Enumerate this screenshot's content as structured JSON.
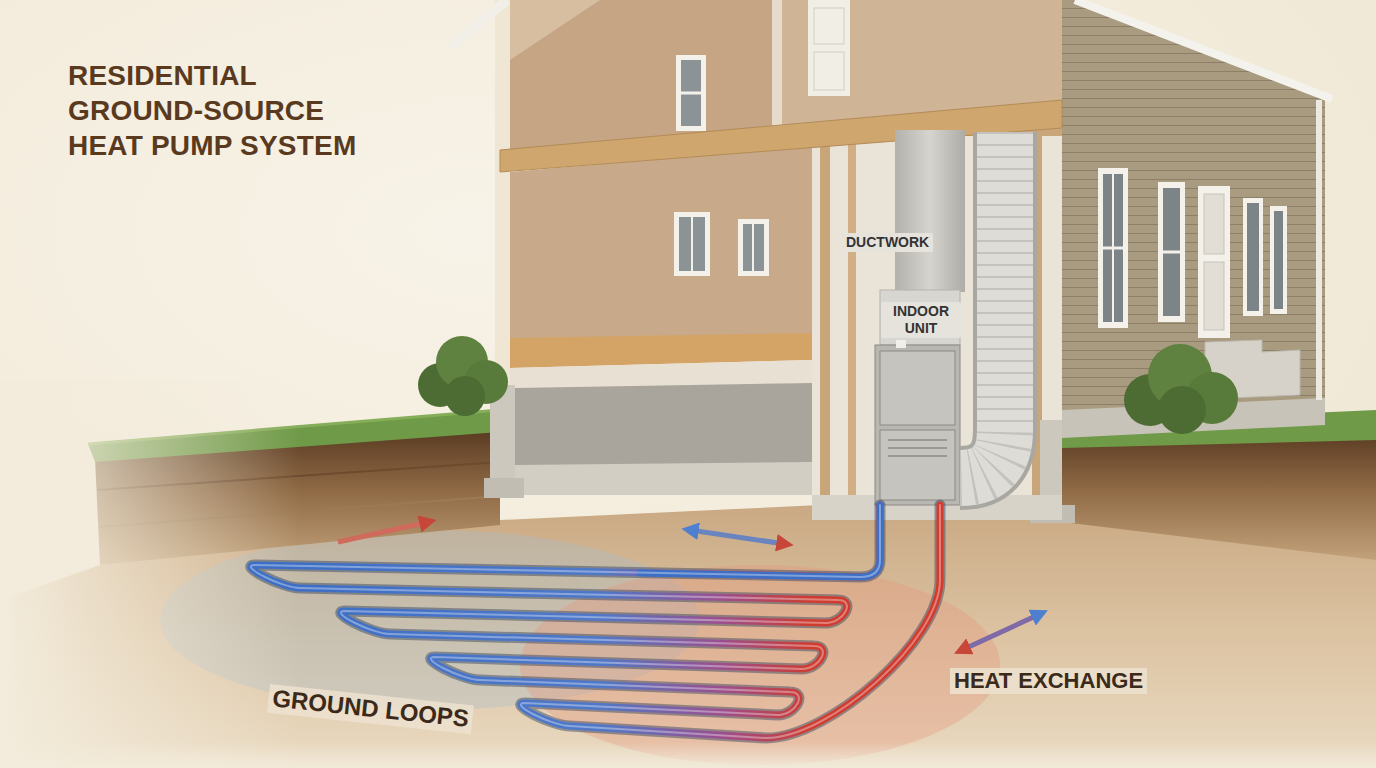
{
  "diagram": {
    "title": "RESIDENTIAL GROUND-SOURCE HEAT PUMP SYSTEM",
    "labels": [
      "DUCTWORK",
      "INDOOR UNIT",
      "GROUND LOOPS",
      "HEAT EXCHANGE"
    ]
  }
}
